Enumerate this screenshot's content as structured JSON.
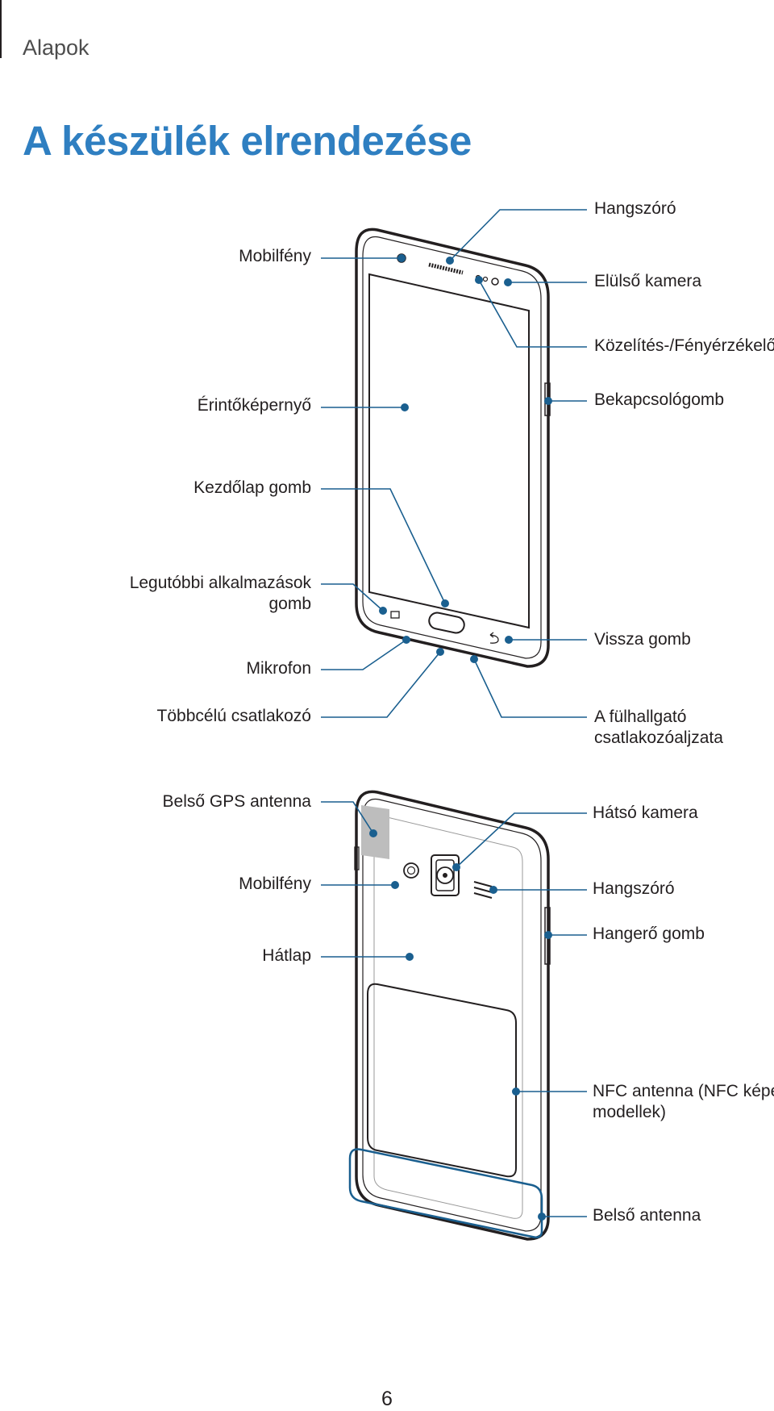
{
  "header": {
    "section": "Alapok"
  },
  "title": "A készülék elrendezése",
  "front_view": {
    "labels": {
      "mobilfeny": "Mobilfény",
      "erintokepernyo": "Érintőképernyő",
      "kezdolap_gomb": "Kezdőlap gomb",
      "legutobbi_line1": "Legutóbbi alkalmazások",
      "legutobbi_line2": "gomb",
      "mikrofon": "Mikrofon",
      "tobbcelu": "Többcélú csatlakozó",
      "hangszoro": "Hangszóró",
      "elulso_kamera": "Elülső kamera",
      "kozelites": "Közelítés-/Fényérzékelő",
      "bekapcsologomb": "Bekapcsológomb",
      "vissza_gomb": "Vissza gomb",
      "fulhallgato_line1": "A fülhallgató",
      "fulhallgato_line2": "csatlakozóaljzata"
    }
  },
  "back_view": {
    "labels": {
      "belso_gps": "Belső GPS antenna",
      "mobilfeny": "Mobilfény",
      "hatlap": "Hátlap",
      "hatso_kamera": "Hátsó kamera",
      "hangszoro": "Hangszóró",
      "hangero_gomb": "Hangerő gomb",
      "nfc_line1": "NFC antenna (NFC képes",
      "nfc_line2": "modellek)",
      "belso_antenna": "Belső antenna"
    }
  },
  "colors": {
    "accent": "#2f7fc1",
    "callout": "#1a5f8f",
    "text": "#231f20",
    "gps_patch": "#bdbdbd"
  },
  "footer": {
    "page_number": "6"
  }
}
